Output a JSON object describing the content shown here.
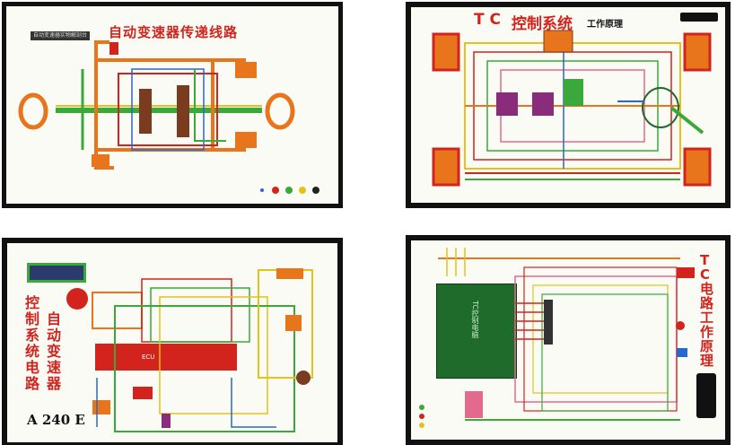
{
  "boards": {
    "transmission": {
      "title": "自动变速器传递线路",
      "label_plate": "自动变速器实物解剖台"
    },
    "tc_system": {
      "title_prefix": "T C",
      "title_main": "控制系统",
      "title_sub": "工作原理"
    },
    "a240e": {
      "vertical_title_left": [
        "控",
        "制",
        "系",
        "统",
        "电",
        "路"
      ],
      "vertical_title_right": [
        "自",
        "动",
        "变",
        "速",
        "器"
      ],
      "model": "A 240 E",
      "ecu_label": "ECU"
    },
    "tc_circuit": {
      "vertical_title": [
        "T",
        "C",
        "电",
        "路",
        "工",
        "作",
        "原",
        "理"
      ],
      "ecu_label": "TC控制电脑"
    }
  },
  "colors": {
    "frame": "#111111",
    "panel": "#fbfbf6",
    "red": "#d2231c",
    "orange": "#e8741c",
    "green": "#3aa83a",
    "yellow": "#e3c21a",
    "blue": "#2b66c8",
    "pink": "#e36a8f",
    "ecu_green": "#1f6b2c"
  }
}
